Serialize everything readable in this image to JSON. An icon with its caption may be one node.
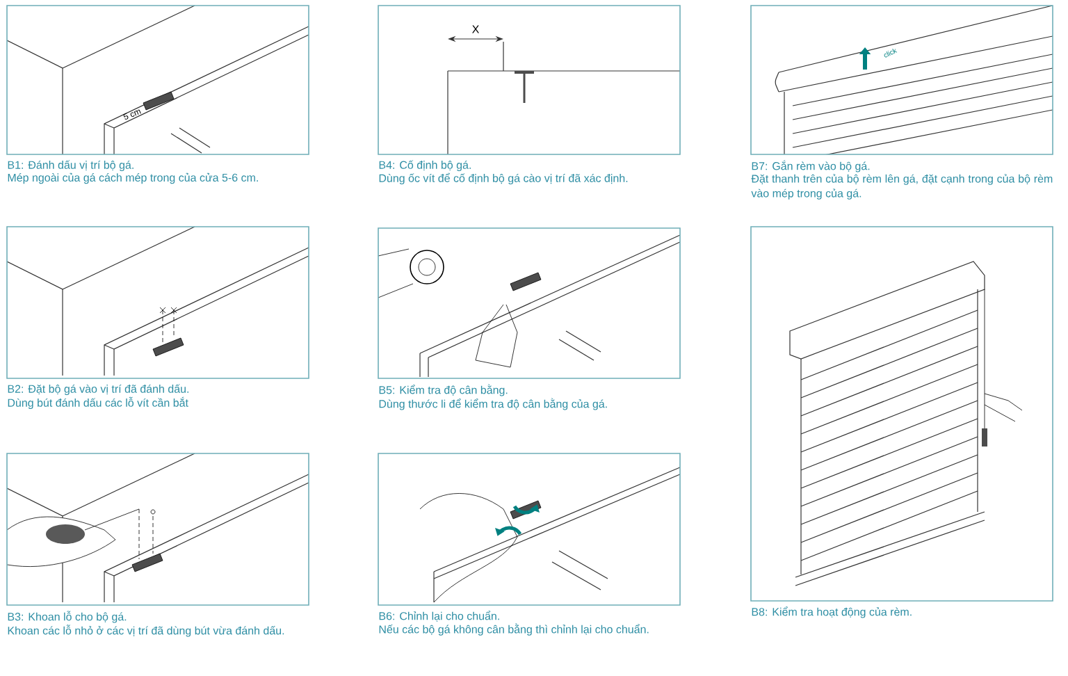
{
  "diagram": {
    "nodes": [
      {
        "text": [
          "B1: Đánh dấu vị trí bộ gá.",
          "Mép ngoài của gá cách mép trong của cửa 5-6 cm."
        ]
      },
      {
        "text": [
          "B2: Đặt bộ gá vào vị trí đã đánh dấu.",
          "Dùng bút đánh dấu các lỗ vít cần bắt"
        ]
      },
      {
        "text": [
          "B3: Khoan lỗ cho bộ gá.",
          "Khoan các lỗ nhỏ ở các vị trí đã dùng bút vừa đánh dấu."
        ]
      },
      {
        "text": [
          "B4: Cố định bộ gá.",
          "Dùng ốc vít để cố định bộ gá cào vị trí đã xác định."
        ]
      },
      {
        "text": [
          "B5: Kiểm tra độ cân bằng.",
          "Dùng thước li để kiểm tra độ cân bằng của gá."
        ]
      },
      {
        "text": [
          "B6: Chỉnh lại cho chuẩn.",
          "Nếu các bộ gá không cân bằng thì chỉnh lại cho chuẩn."
        ]
      },
      {
        "text": [
          "B7: Gắn rèm vào bộ gá.",
          "Đặt thanh trên của bộ rèm lên gá, đặt cạnh trong của bộ rèm vào mép trong của gá."
        ]
      },
      {
        "text": [
          "B8: Kiểm tra hoạt động của rèm."
        ]
      }
    ],
    "labels": [
      "5 cm",
      "X",
      "click"
    ]
  }
}
